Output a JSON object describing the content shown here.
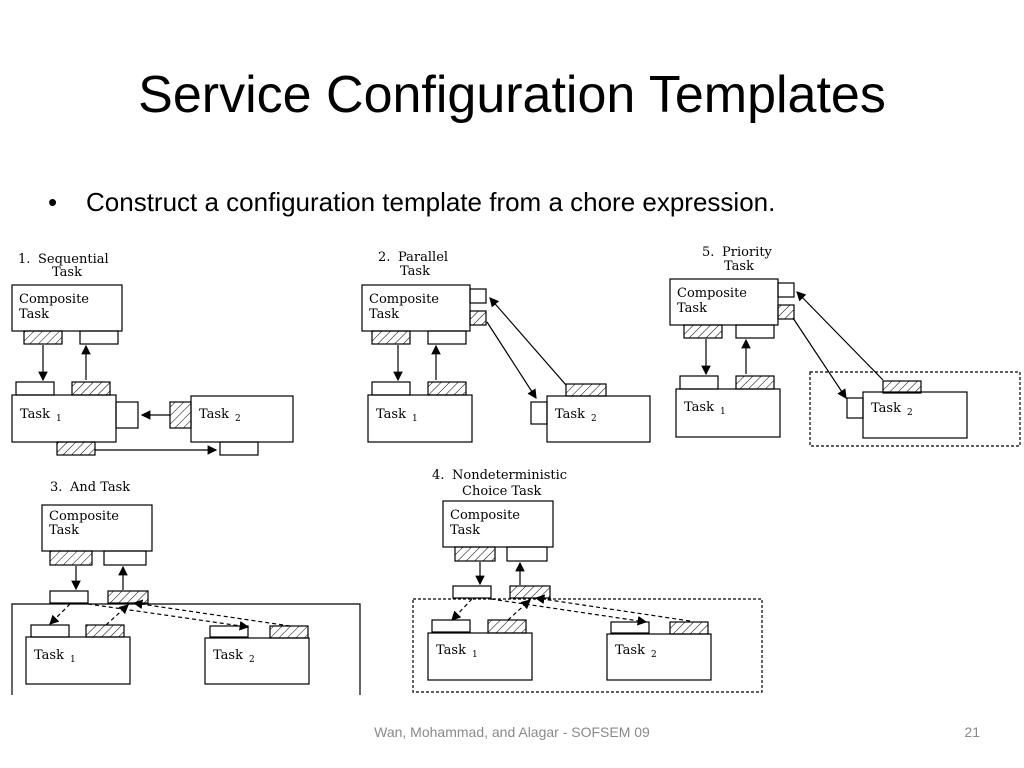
{
  "slide": {
    "title": "Service Configuration Templates",
    "bullet": "Construct a configuration template from a chore expression.",
    "bullet_marker": "•",
    "footer": "Wan, Mohammad, and Alagar - SOFSEM 09",
    "page_number": "21"
  },
  "diagram": {
    "composite_label_1": "Composite",
    "composite_label_2": "Task",
    "task1": "Task",
    "task2": "Task",
    "sub1": "1",
    "sub2": "2",
    "panels": {
      "sequential": {
        "number": "1.",
        "title_line1": "Sequential",
        "title_line2": "Task"
      },
      "parallel": {
        "number": "2.",
        "title_line1": "Parallel",
        "title_line2": "Task"
      },
      "and": {
        "number": "3.",
        "title_line1": "And Task"
      },
      "nondeterministic": {
        "number": "4.",
        "title_line1": "Nondeterministic",
        "title_line2": "Choice Task"
      },
      "priority": {
        "number": "5.",
        "title_line1": "Priority",
        "title_line2": "Task"
      }
    }
  }
}
